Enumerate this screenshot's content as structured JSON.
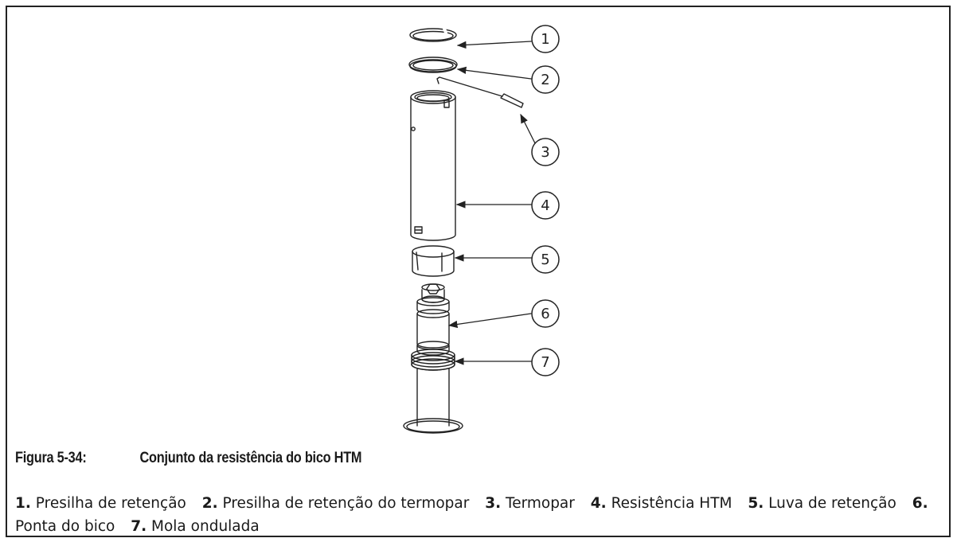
{
  "figure": {
    "number": "Figura 5-34:",
    "title": "Conjunto da resistência do bico HTM"
  },
  "callouts": [
    "1",
    "2",
    "3",
    "4",
    "5",
    "6",
    "7"
  ],
  "legend": [
    {
      "num": "1.",
      "text": "Presilha de retenção"
    },
    {
      "num": "2.",
      "text": "Presilha de retenção do termopar"
    },
    {
      "num": "3.",
      "text": "Termopar"
    },
    {
      "num": "4.",
      "text": "Resistência HTM"
    },
    {
      "num": "5.",
      "text": "Luva de retenção"
    },
    {
      "num": "6.",
      "text": "Ponta do bico"
    },
    {
      "num": "7.",
      "text": "Mola ondulada"
    }
  ]
}
